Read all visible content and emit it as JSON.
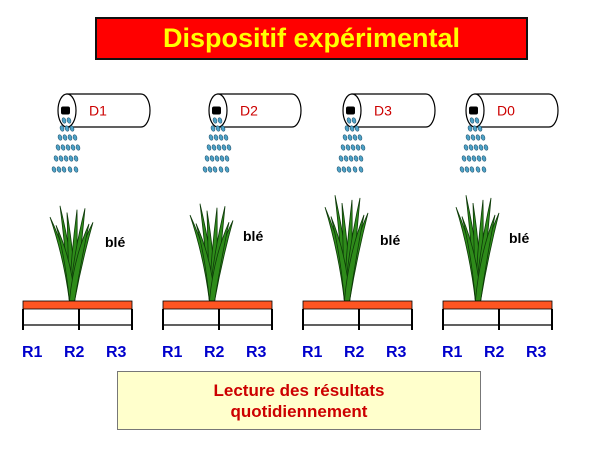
{
  "title": "Dispositif expérimental",
  "colors": {
    "title_background": "#ff0000",
    "title_text": "#ffff00",
    "drum_label": "#cc0000",
    "drop": "#4fa3c8",
    "leaf": "#2e8b1a",
    "leaf_edge": "#0d3a08",
    "bed": "#ff5522",
    "replicate_label": "#0000cc",
    "note_background": "#ffffcc",
    "note_text": "#cc0000"
  },
  "treatments": [
    {
      "dose_label": "D1",
      "plant_label": "blé",
      "replicates": [
        "R1",
        "R2",
        "R3"
      ]
    },
    {
      "dose_label": "D2",
      "plant_label": "blé",
      "replicates": [
        "R1",
        "R2",
        "R3"
      ]
    },
    {
      "dose_label": "D3",
      "plant_label": "blé",
      "replicates": [
        "R1",
        "R2",
        "R3"
      ]
    },
    {
      "dose_label": "D0",
      "plant_label": "blé",
      "replicates": [
        "R1",
        "R2",
        "R3"
      ]
    }
  ],
  "note": {
    "line1": "Lecture des résultats",
    "line2": "quotidiennement"
  }
}
